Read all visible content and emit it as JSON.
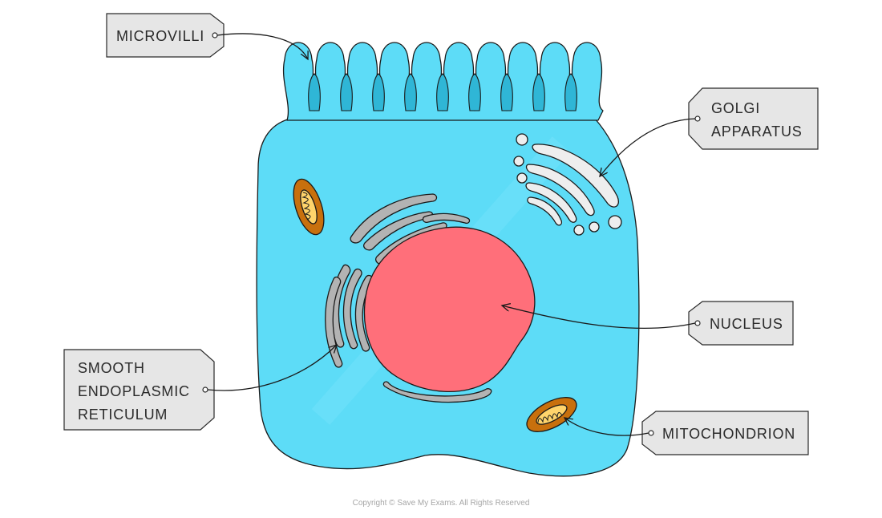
{
  "labels": {
    "microvilli": "MICROVILLI",
    "golgi_line1": "GOLGI",
    "golgi_line2": "APPARATUS",
    "nucleus": "NUCLEUS",
    "ser_line1": "SMOOTH",
    "ser_line2": "ENDOPLASMIC",
    "ser_line3": "RETICULUM",
    "mitochondrion": "MITOCHONDRION"
  },
  "copyright": "Copyright © Save My Exams. All Rights Reserved",
  "colors": {
    "cytoplasm": "#5ddcf7",
    "nucleus": "#ff6f7a",
    "mitochondrion": "#c8700d",
    "cristae": "#ffd46b",
    "golgi": "#eeeeee",
    "reticulum": "#b3b3b3",
    "tag": "#e6e6e6",
    "outline": "#1a1a1a"
  }
}
